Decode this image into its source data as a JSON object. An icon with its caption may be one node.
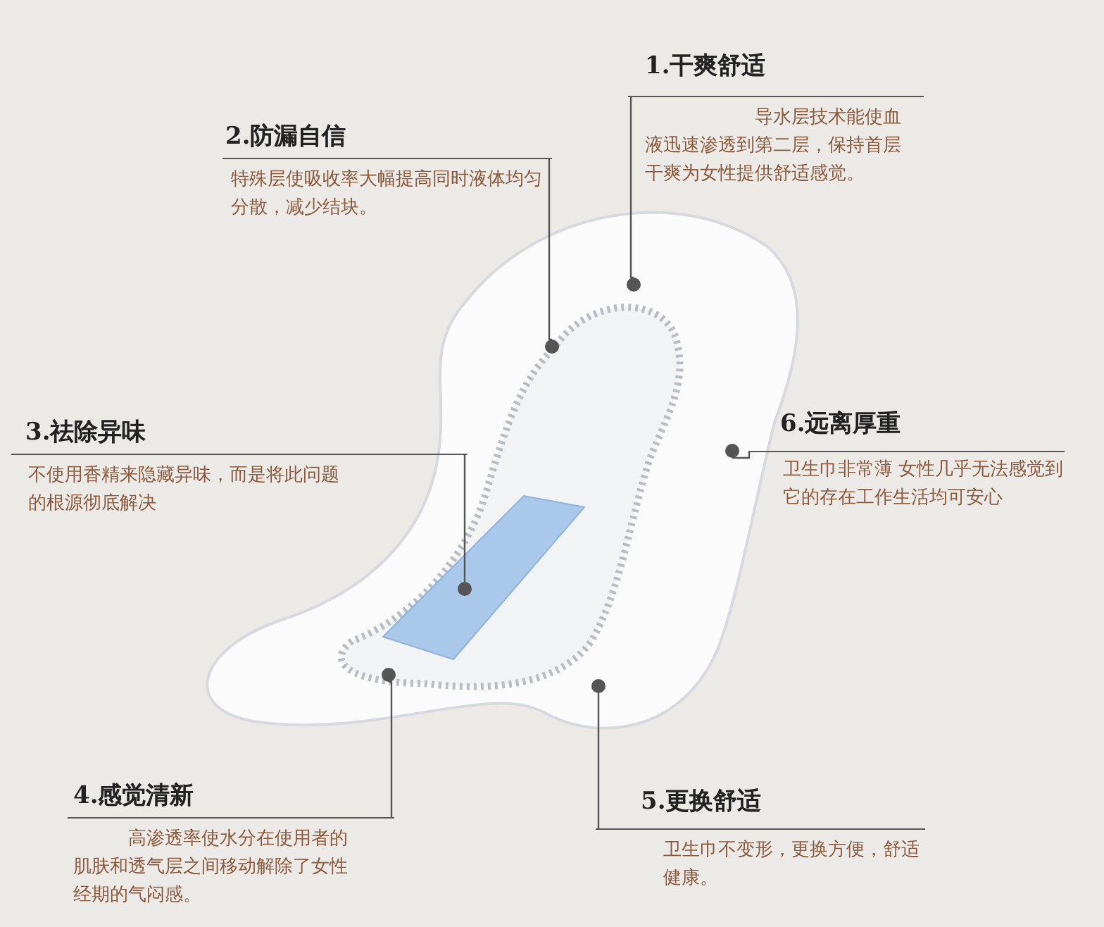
{
  "diagram": {
    "nodes": [
      {
        "text": [
          "1.干爽舒适",
          "导水层技术能使血液迅速渗透到第二层，保持首层干爽为女性提供舒适感觉。"
        ]
      },
      {
        "text": [
          "2.防漏自信",
          "特殊层使吸收率大幅提高同时液体均匀分散，减少结块。"
        ]
      },
      {
        "text": [
          "3.祛除异味",
          "不使用香精来隐藏异味，而是将此问题的根源彻底解决"
        ]
      },
      {
        "text": [
          "6.远离厚重",
          "卫生巾非常薄 女性几乎无法感觉到它的存在工作生活均可安心"
        ]
      },
      {
        "text": [
          "4.感觉清新",
          "高渗透率使水分在使用者的肌肤和透气层之间移动解除了女性经期的气闷感。"
        ]
      },
      {
        "text": [
          "5.更换舒适",
          "卫生巾不变形，更换方便，舒适健康。"
        ]
      },
      {
        "text": [],
        "shape": "circle"
      },
      {
        "text": [],
        "shape": "circle"
      },
      {
        "text": [],
        "shape": "circle"
      },
      {
        "text": [],
        "shape": "circle"
      },
      {
        "text": [],
        "shape": "circle"
      },
      {
        "text": [],
        "shape": "circle"
      }
    ],
    "edges": [
      {
        "from": 0,
        "to": 6,
        "arrow": "none"
      },
      {
        "from": 1,
        "to": 7,
        "arrow": "none"
      },
      {
        "from": 2,
        "to": 8,
        "arrow": "none"
      },
      {
        "from": 3,
        "to": 9,
        "arrow": "none"
      },
      {
        "from": 4,
        "to": 10,
        "arrow": "none"
      },
      {
        "from": 5,
        "to": 11,
        "arrow": "none"
      }
    ]
  }
}
